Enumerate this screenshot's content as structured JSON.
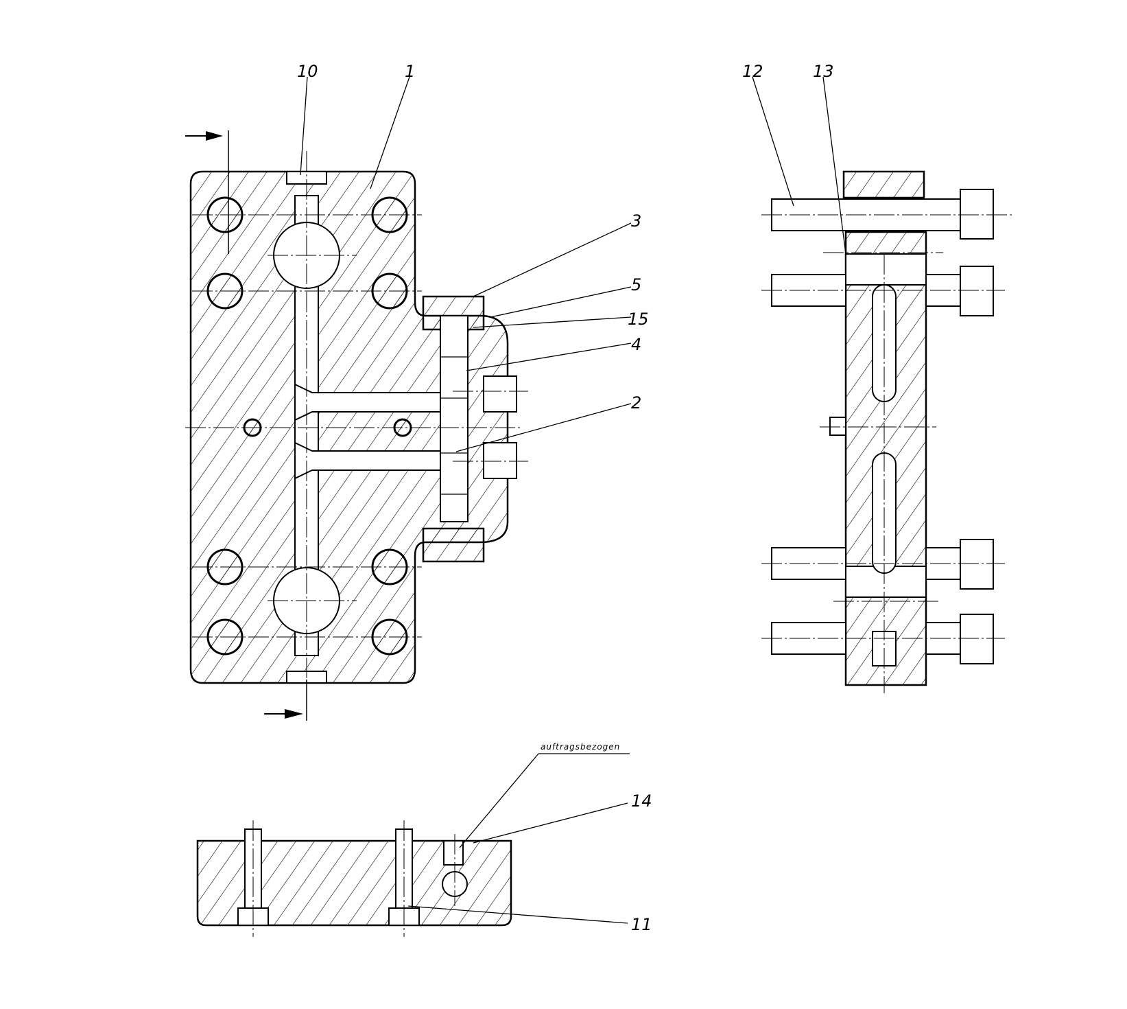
{
  "drawing": {
    "part_labels": {
      "p10": "10",
      "p1": "1",
      "p3": "3",
      "p5": "5",
      "p15": "15",
      "p4": "4",
      "p2": "2",
      "p12": "12",
      "p13": "13",
      "p14": "14",
      "p11": "11"
    },
    "note": "auftragsbezogen"
  },
  "colors": {
    "line": "#000000",
    "background": "#ffffff"
  }
}
